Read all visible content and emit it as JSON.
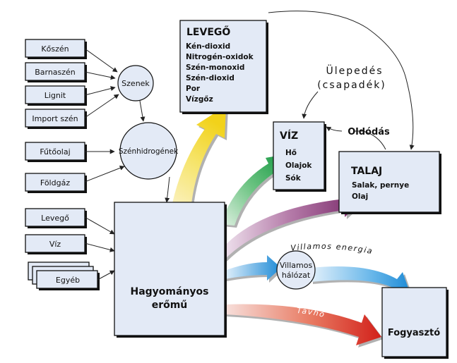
{
  "sources": {
    "koszen": "Kőszén",
    "barnaszen": "Barnaszén",
    "lignit": "Lignit",
    "import_szen": "Import szén",
    "futoolaj": "Fűtőolaj",
    "foldgaz": "Földgáz",
    "levego": "Levegő",
    "viz": "Víz",
    "egyeb": "Egyéb"
  },
  "nodes": {
    "szenek": "Szenek",
    "szenhidrogenek": "Szénhidrogének",
    "eromu_line1": "Hagyományos",
    "eromu_line2": "erőmű",
    "halozat_line1": "Villamos",
    "halozat_line2": "hálózat",
    "fogyaszto": "Fogyasztó"
  },
  "levego_box": {
    "title": "LEVEGŐ",
    "items": [
      "Kén-dioxid",
      "Nitrogén-oxidok",
      "Szén-monoxid",
      "Szén-dioxid",
      "Por",
      "Vízgőz"
    ]
  },
  "viz_box": {
    "title": "VÍZ",
    "items": [
      "Hő",
      "Olajok",
      "Sók"
    ]
  },
  "talaj_box": {
    "title": "TALAJ",
    "items": [
      "Salak, pernye",
      "Olaj"
    ]
  },
  "labels": {
    "ulepedes": "Ülepedés",
    "csapadek": "(csapadék)",
    "oldodas": "Oldódás",
    "villamos_energia": "Villamos energia",
    "tavho": "Távhő"
  },
  "colors": {
    "box_fill": "#e3eaf6",
    "air_arrow": "#f2dd2a",
    "water_arrow": "#1a9a48",
    "soil_arrow": "#8a3a78",
    "electric_arrow": "#1e8fd8",
    "heat_arrow": "#d8281e"
  }
}
